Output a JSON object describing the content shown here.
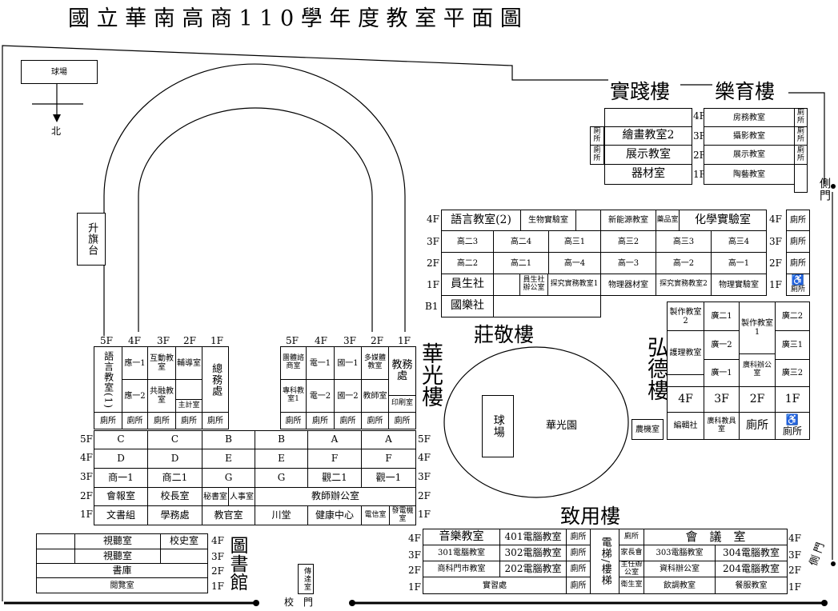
{
  "title": "國 立 華 南 高 商 1 1 0 學 年 度 教 室 平 面 圖",
  "legend": {
    "field": "球場",
    "north": "北"
  },
  "flagpole": "升旗台",
  "gates": {
    "main": "校　門",
    "side_east": "側門",
    "side_se": "側 門"
  },
  "guard": "傳達室",
  "floors": {
    "b1": "B1",
    "f1": "1F",
    "f2": "2F",
    "f3": "3F",
    "f4": "4F",
    "f5": "5F"
  },
  "accessible_icon": "wheelchair-icon",
  "shijian": {
    "name": "實踐樓",
    "r4": "",
    "r3": "繪畫教室2",
    "r2": "展示教室",
    "r1": "器材室",
    "restroom": "廁所"
  },
  "yueyu": {
    "name": "樂育樓",
    "r4": "房務教室",
    "r3": "攝影教室",
    "r2": "展示教室",
    "r1": "陶藝教室",
    "restroom": "廁所"
  },
  "zhuangjing": {
    "name": "莊敬樓",
    "f4": [
      "語言教室(2)",
      "生物實驗室",
      "",
      "新能源教室",
      "藥品室",
      "化學實驗室",
      "廁所"
    ],
    "f3": [
      "高二3",
      "高二4",
      "高三1",
      "高三2",
      "高三3",
      "高三4",
      "廁所"
    ],
    "f2": [
      "高二2",
      "高二1",
      "高一4",
      "高一3",
      "高一2",
      "高一1",
      "廁所"
    ],
    "f1": [
      "員生社",
      "",
      "員生社辦公室",
      "探究實務教室1",
      "物理器材室",
      "探究實務教室2",
      "物理實驗室"
    ],
    "b1": [
      "國樂社"
    ]
  },
  "hongde": {
    "name": "弘德樓",
    "rooms": [
      "製作教室2",
      "廣二1",
      "製作教室1",
      "廣二2",
      "護理教室",
      "廣一2",
      "廣三1",
      "廣一1",
      "廣科辦公室",
      "廣三2"
    ],
    "floors": [
      "4F",
      "3F",
      "2F",
      "1F"
    ],
    "f1": [
      "農機室",
      "編輯社",
      "廣科教具室",
      "廁所",
      "廁所"
    ]
  },
  "huaguang": {
    "name": "華光樓",
    "field": "華光園",
    "court": "球場",
    "west": {
      "floor_labels": [
        "5F",
        "4F",
        "3F",
        "2F",
        "1F"
      ],
      "cols": [
        "語言教室(1)",
        "應一1",
        "應一2",
        "互動教室",
        "共融教室",
        "輔導室",
        "主計室",
        "總務處"
      ],
      "restroom": "廁所"
    },
    "east": {
      "floor_labels": [
        "5F",
        "4F",
        "3F",
        "2F",
        "1F"
      ],
      "cols": [
        "團體諮商室",
        "專科教室1",
        "電一1",
        "電一2",
        "國一1",
        "國一2",
        "多媒體教室",
        "教師室",
        "教務處",
        "印刷室"
      ],
      "restroom": "廁所"
    },
    "south": {
      "f5": [
        "C",
        "C",
        "B",
        "B",
        "A",
        "A"
      ],
      "f4": [
        "D",
        "D",
        "E",
        "E",
        "F",
        "F"
      ],
      "f3": [
        "商一1",
        "商二1",
        "G",
        "G",
        "觀二1",
        "觀一1"
      ],
      "f2": [
        "會報室",
        "校長室",
        "秘書室",
        "人事室",
        "教師辦公室"
      ],
      "f1": [
        "文書組",
        "學務處",
        "教官室",
        "川堂",
        "健康中心",
        "電信室",
        "發電機室"
      ]
    }
  },
  "library": {
    "name": "圖書館",
    "f4": [
      "視聽室",
      "校史室"
    ],
    "f3": "視聽室",
    "f2": "書庫",
    "f1": "閱覽室"
  },
  "zhiyong": {
    "name": "致用樓",
    "f4": [
      "音樂教室",
      "401電腦教室",
      "廁所",
      "廁所",
      "會　議　室"
    ],
    "f3": [
      "301電腦教室",
      "302電腦教室",
      "廁所",
      "家長會",
      "303電腦教室",
      "304電腦教室"
    ],
    "f2": [
      "商科門市教室",
      "202電腦教室",
      "廁所",
      "主任辦公室",
      "資科辦公室",
      "204電腦教室"
    ],
    "f1": [
      "實習處",
      "廁所",
      "衛生室",
      "飲調教室",
      "餐服教室"
    ],
    "elevator": "電梯/樓梯",
    "restroom": "廁所"
  }
}
